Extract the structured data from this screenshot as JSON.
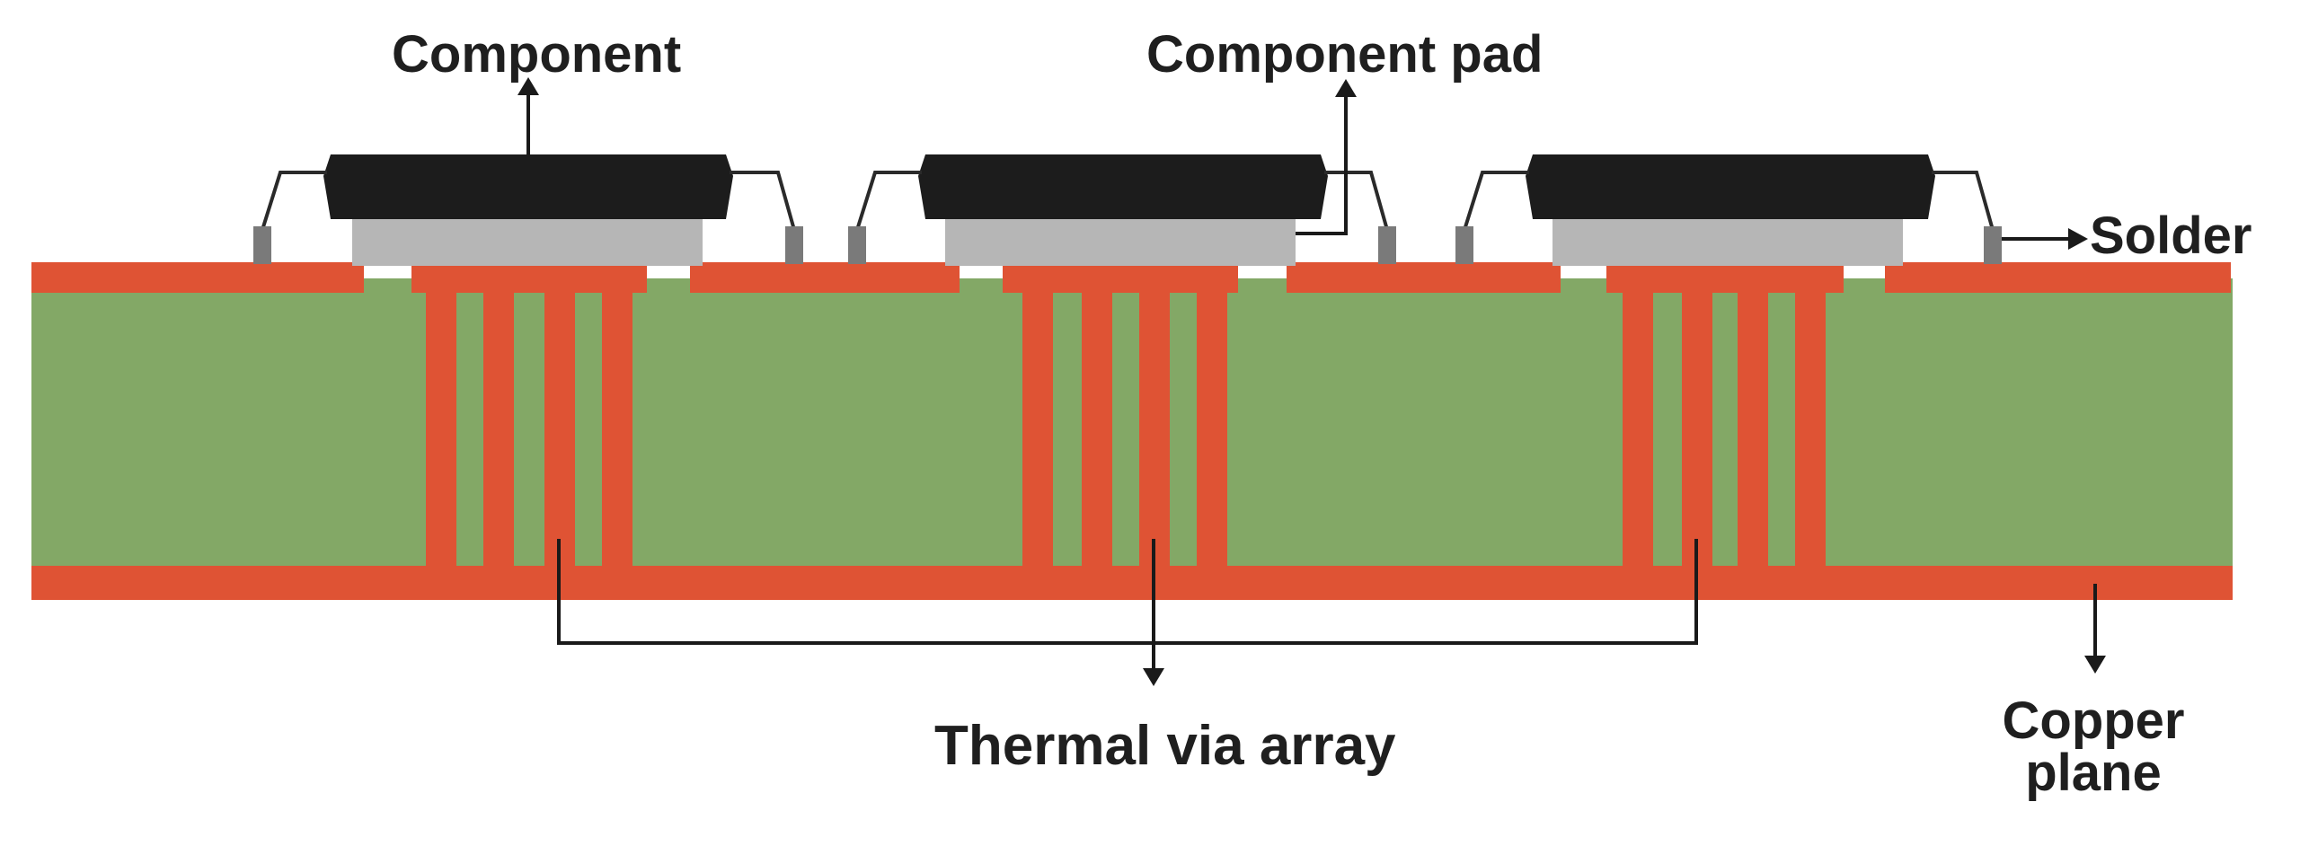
{
  "diagram": {
    "labels": {
      "component": "Component",
      "component_pad": "Component pad",
      "solder": "Solder",
      "thermal_via_array": "Thermal via array",
      "copper_plane_line1": "Copper",
      "copper_plane_line2": "plane"
    },
    "colors": {
      "substrate": "#83a866",
      "copper": "#df5334",
      "copper_edge": "#c94a2e",
      "component_body": "#1c1c1c",
      "component_pad": "#b6b6b6",
      "solder": "#7a7a7a",
      "leader_line": "#1a1a1a"
    },
    "structure": {
      "components": 3,
      "vias_per_array": 4
    }
  }
}
